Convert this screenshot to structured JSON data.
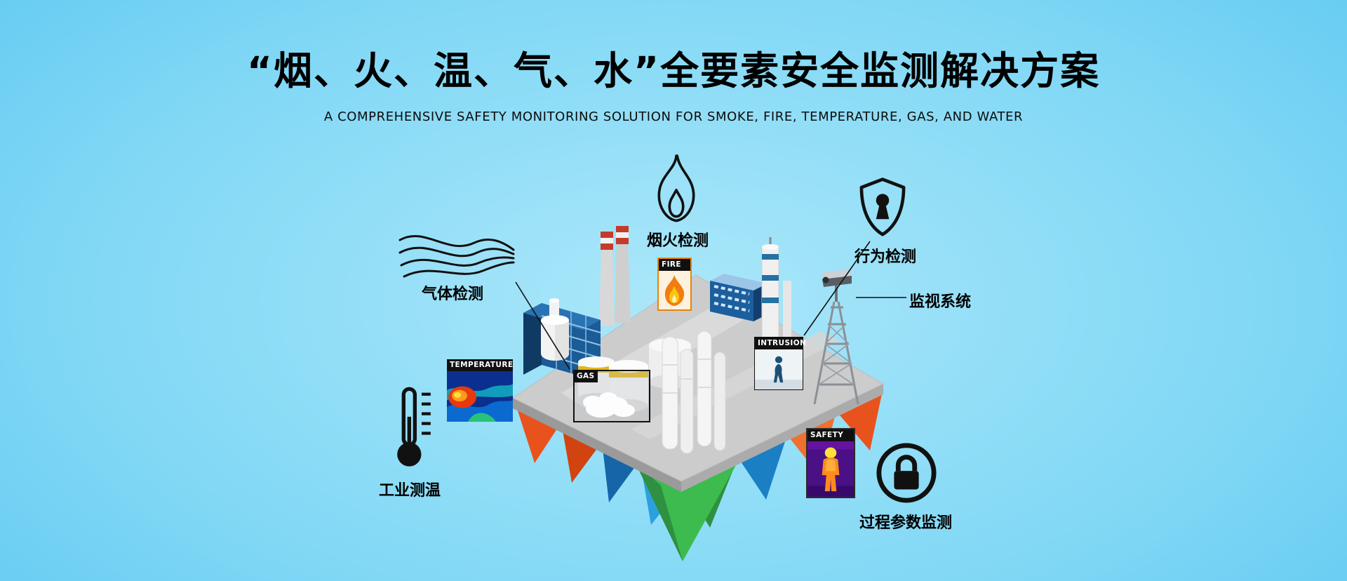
{
  "header": {
    "title": "“烟、火、温、气、水”全要素安全监测解决方案",
    "subtitle": "A COMPREHENSIVE SAFETY MONITORING SOLUTION FOR SMOKE, FIRE, TEMPERATURE, GAS, AND WATER"
  },
  "callouts": {
    "smoke_fire": {
      "label": "烟火检测",
      "icon": "flame-icon"
    },
    "behavior": {
      "label": "行为检测",
      "icon": "shield-keyhole-icon"
    },
    "surveillance": {
      "label": "监视系统",
      "icon": "cctv-camera-icon"
    },
    "gas": {
      "label": "气体检测",
      "icon": "gas-waves-icon"
    },
    "industrial_temp": {
      "label": "工业测温",
      "icon": "thermometer-icon"
    },
    "process_params": {
      "label": "过程参数监测",
      "icon": "lock-circle-icon"
    }
  },
  "detection_tags": {
    "temperature": "TEMPERATURE",
    "fire": "FIRE",
    "gas": "GAS",
    "intrusion": "INTRUSION",
    "safety": "SAFETY"
  },
  "colors": {
    "background_light": "#abe7fa",
    "background_deep": "#259fdd",
    "text": "#000000",
    "tag_bar": "#101010",
    "crystal_orange": "#e8521c",
    "crystal_blue": "#2ba0dc",
    "crystal_green": "#3dbb4e",
    "platform_gray": "#cccccc"
  }
}
